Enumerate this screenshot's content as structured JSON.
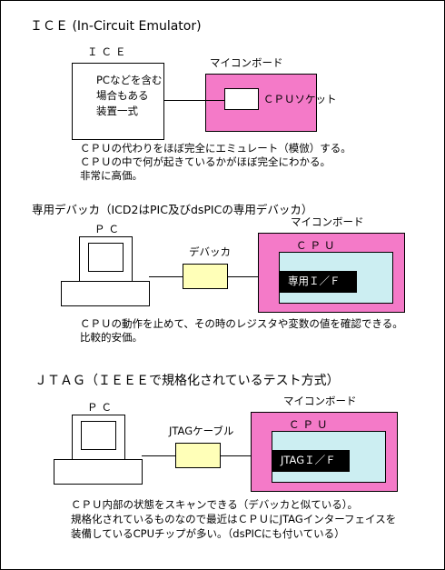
{
  "colors": {
    "board": "#f47ac8",
    "cpu": "#cceef2",
    "debugger": "#ffffb8",
    "iface": "#000000",
    "line": "#000000"
  },
  "ice": {
    "title": "ＩＣＥ (In-Circuit Emulator)",
    "box_label": "ＩＣＥ",
    "box_lines": [
      "PCなどを含む",
      "場合もある",
      "装置一式"
    ],
    "board_label": "マイコンボード",
    "socket_label": "ＣＰＵソケット",
    "notes": [
      "ＣＰＵの代わりをほぼ完全にエミュレート（模倣）する。",
      "ＣＰＵの中で何が起きているかがほぼ完全にわかる。",
      "非常に高価。"
    ]
  },
  "debugger": {
    "title": "専用デバッカ（ICD2はPIC及びdsPICの専用デバッカ）",
    "pc_label": "ＰＣ",
    "device_label": "デバッカ",
    "board_label": "マイコンボード",
    "cpu_label": "ＣＰＵ",
    "iface_label": "専用Ｉ／Ｆ",
    "notes": [
      "ＣＰＵの動作を止めて、その時のレジスタや変数の値を確認できる。",
      "比較的安価。"
    ]
  },
  "jtag": {
    "title": "ＪＴＡＧ（ＩＥＥＥで規格化されているテスト方式）",
    "pc_label": "ＰＣ",
    "cable_label": "JTAGケーブル",
    "board_label": "マイコンボード",
    "cpu_label": "ＣＰＵ",
    "iface_label": "JTAGＩ／Ｆ",
    "notes": [
      "ＣＰＵ内部の状態をスキャンできる（デバッカと似ている）。",
      "規格化されているものなので最近はＣＰＵにJTAGインターフェイスを",
      "装備しているCPUチップが多い。（dsPICにも付いている）"
    ]
  }
}
